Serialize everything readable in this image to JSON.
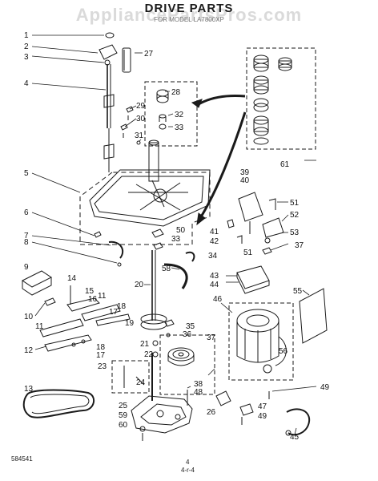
{
  "header": {
    "title": "DRIVE PARTS",
    "subtitle": "FOR MODEL LA7800XP",
    "watermark": "AppliancePartsPros.com"
  },
  "footer": {
    "code": "584541",
    "page": "4",
    "mark": "4-r-4"
  },
  "callouts": [
    "1",
    "2",
    "3",
    "4",
    "5",
    "6",
    "7",
    "8",
    "9",
    "10",
    "11",
    "11",
    "12",
    "13",
    "14",
    "15",
    "16",
    "17",
    "17",
    "18",
    "18",
    "19",
    "20",
    "21",
    "22",
    "23",
    "24",
    "25",
    "26",
    "27",
    "28",
    "29",
    "30",
    "31",
    "32",
    "33",
    "33",
    "34",
    "35",
    "36",
    "37",
    "37",
    "38",
    "39",
    "40",
    "41",
    "42",
    "43",
    "44",
    "45",
    "46",
    "47",
    "48",
    "49",
    "49",
    "50",
    "51",
    "51",
    "52",
    "53",
    "55",
    "56",
    "58",
    "59",
    "60",
    "61"
  ],
  "colors": {
    "ink": "#1a1a1a",
    "paper": "#ffffff",
    "watermark": "#969696"
  }
}
